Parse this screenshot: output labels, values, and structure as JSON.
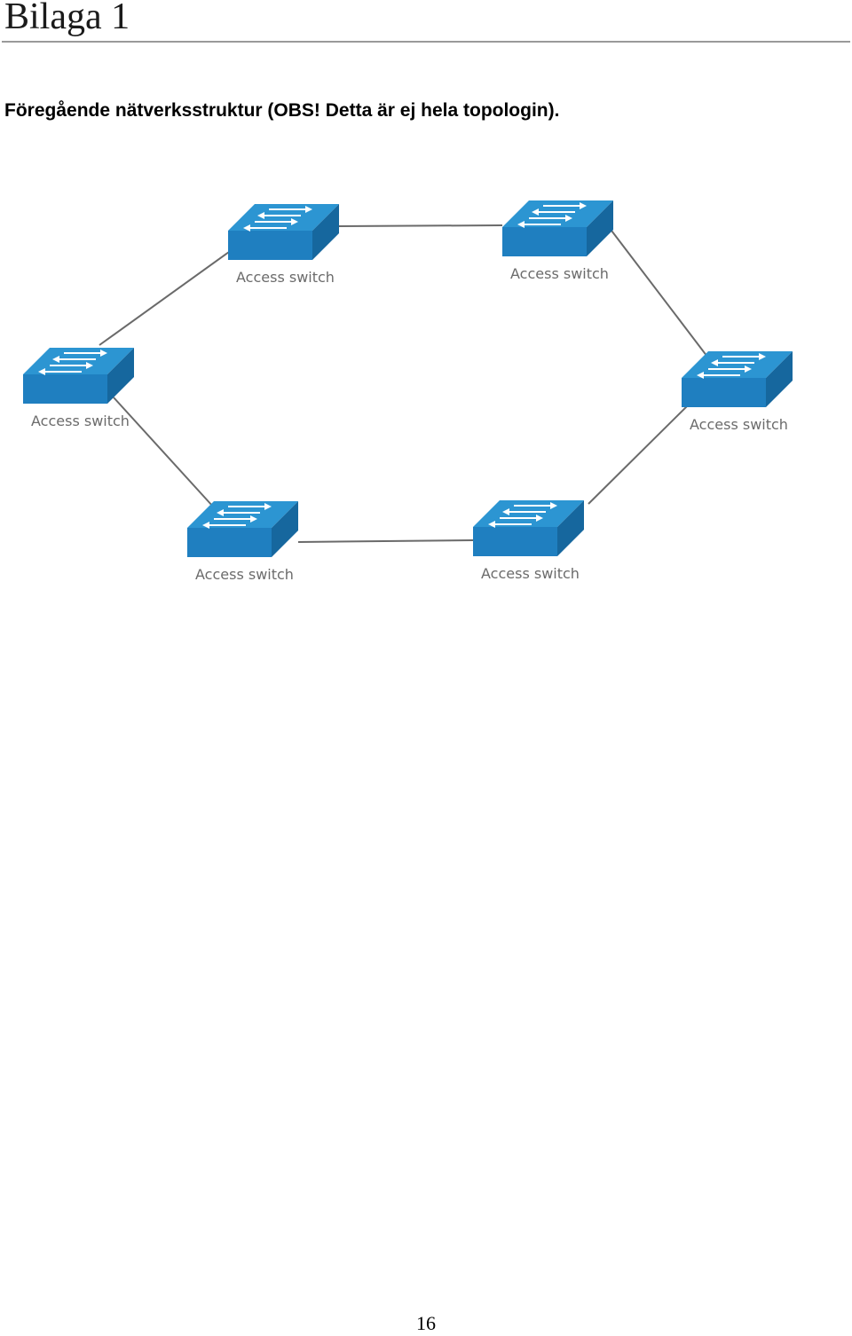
{
  "heading": "Bilaga 1",
  "subtitle": "Föregående nätverksstruktur (OBS! Detta är ej hela topologin).",
  "diagram": {
    "nodes": [
      {
        "id": "top-left",
        "label": "Access switch"
      },
      {
        "id": "top-right",
        "label": "Access switch"
      },
      {
        "id": "left",
        "label": "Access switch"
      },
      {
        "id": "right",
        "label": "Access switch"
      },
      {
        "id": "bottom-left",
        "label": "Access switch"
      },
      {
        "id": "bottom-right",
        "label": "Access switch"
      }
    ],
    "links": [
      [
        "left",
        "top-left"
      ],
      [
        "top-left",
        "top-right"
      ],
      [
        "top-right",
        "right"
      ],
      [
        "right",
        "bottom-right"
      ],
      [
        "bottom-right",
        "bottom-left"
      ],
      [
        "bottom-left",
        "left"
      ]
    ],
    "colors": {
      "switch_front": "#1f7fc0",
      "switch_top": "#2c95d2",
      "switch_side": "#16679e",
      "link": "#6a6a6a",
      "arrow": "#ffffff"
    }
  },
  "page_number": "16"
}
